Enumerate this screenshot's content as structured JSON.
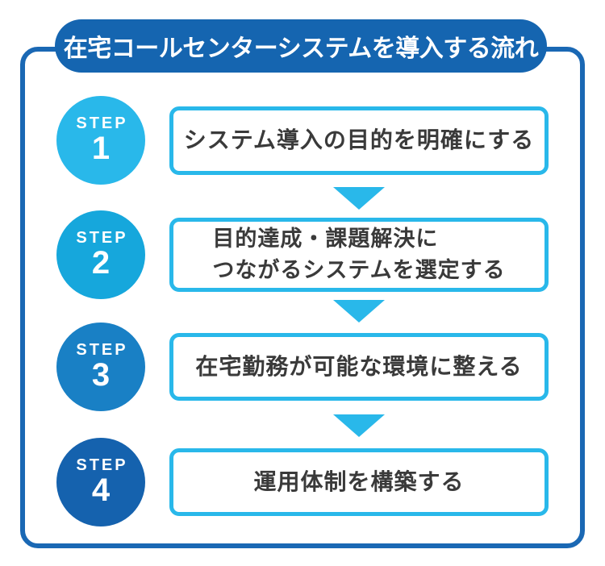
{
  "title": "在宅コールセンターシステムを導入する流れ",
  "colors": {
    "banner_blue": "#1565B0",
    "frame_blue": "#1A68B4",
    "accent_cyan": "#29B8EA",
    "text_dark": "#3A3A3A",
    "background": "#FFFFFF"
  },
  "arrow_icon": "down-triangle",
  "steps": [
    {
      "label": "STEP",
      "number": "1",
      "color": "#29B8EA",
      "text": "システム導入の目的を明確にする"
    },
    {
      "label": "STEP",
      "number": "2",
      "color": "#16A7DC",
      "text": "目的達成・課題解決に\nつながるシステムを選定する"
    },
    {
      "label": "STEP",
      "number": "3",
      "color": "#1980C5",
      "text": "在宅勤務が可能な環境に整える"
    },
    {
      "label": "STEP",
      "number": "4",
      "color": "#1562AE",
      "text": "運用体制を構築する"
    }
  ]
}
